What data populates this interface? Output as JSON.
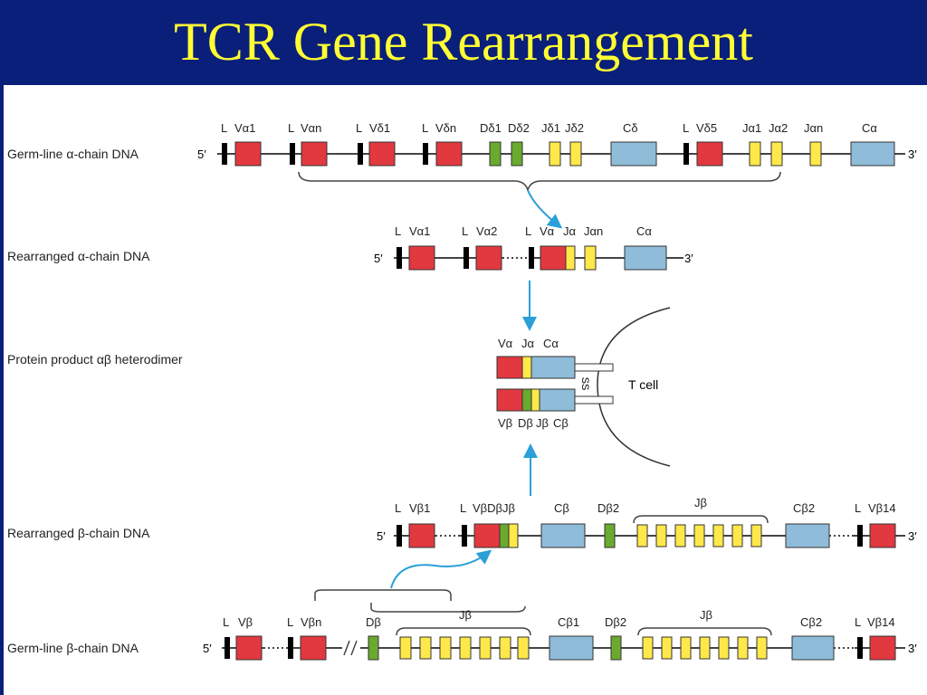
{
  "title": "TCR Gene Rearrangement",
  "colors": {
    "header_bg": "#0a1f7a",
    "title": "#ffff33",
    "V": "#e2383f",
    "D": "#6aaa2e",
    "J": "#ffe84a",
    "C": "#8fbcd9",
    "L": "#000000",
    "arrow": "#2a9fd8"
  },
  "rows": {
    "germline_alpha": "Germ-line α-chain DNA",
    "rearranged_alpha": "Rearranged α-chain DNA",
    "protein": "Protein product αβ heterodimer",
    "rearranged_beta": "Rearranged β-chain DNA",
    "germline_beta": "Germ-line β-chain DNA"
  },
  "ends": {
    "five": "5′",
    "three": "3′"
  },
  "germline_alpha": {
    "L": "L",
    "Va1": "Vα1",
    "Van": "Vαn",
    "Vd1": "Vδ1",
    "Vdn": "Vδn",
    "Dd1": "Dδ1",
    "Dd2": "Dδ2",
    "Jd1": "Jδ1",
    "Jd2": "Jδ2",
    "Cd": "Cδ",
    "Vd5": "Vδ5",
    "Ja1": "Jα1",
    "Ja2": "Jα2",
    "Jan": "Jαn",
    "Ca": "Cα"
  },
  "rearranged_alpha": {
    "L": "L",
    "Va1": "Vα1",
    "Va2": "Vα2",
    "Va": "Vα",
    "Ja": "Jα",
    "Jan": "Jαn",
    "Ca": "Cα"
  },
  "protein": {
    "Va": "Vα",
    "Ja": "Jα",
    "Ca": "Cα",
    "Vb": "Vβ",
    "Db": "Dβ",
    "Jb": "Jβ",
    "Cb": "Cβ",
    "ss": "SS",
    "tcell": "T cell"
  },
  "rearranged_beta": {
    "L": "L",
    "Vb1": "Vβ1",
    "VbDbJb": "VβDβJβ",
    "Cb": "Cβ",
    "Db2": "Dβ2",
    "Jb": "Jβ",
    "Cb2": "Cβ2",
    "Vb14": "Vβ14"
  },
  "germline_beta": {
    "L": "L",
    "Vb": "Vβ",
    "Vbn": "Vβn",
    "Db": "Dβ",
    "Jb": "Jβ",
    "Cb1": "Cβ1",
    "Db2": "Dβ2",
    "Jb2": "Jβ",
    "Cb2": "Cβ2",
    "Vb14": "Vβ14"
  }
}
